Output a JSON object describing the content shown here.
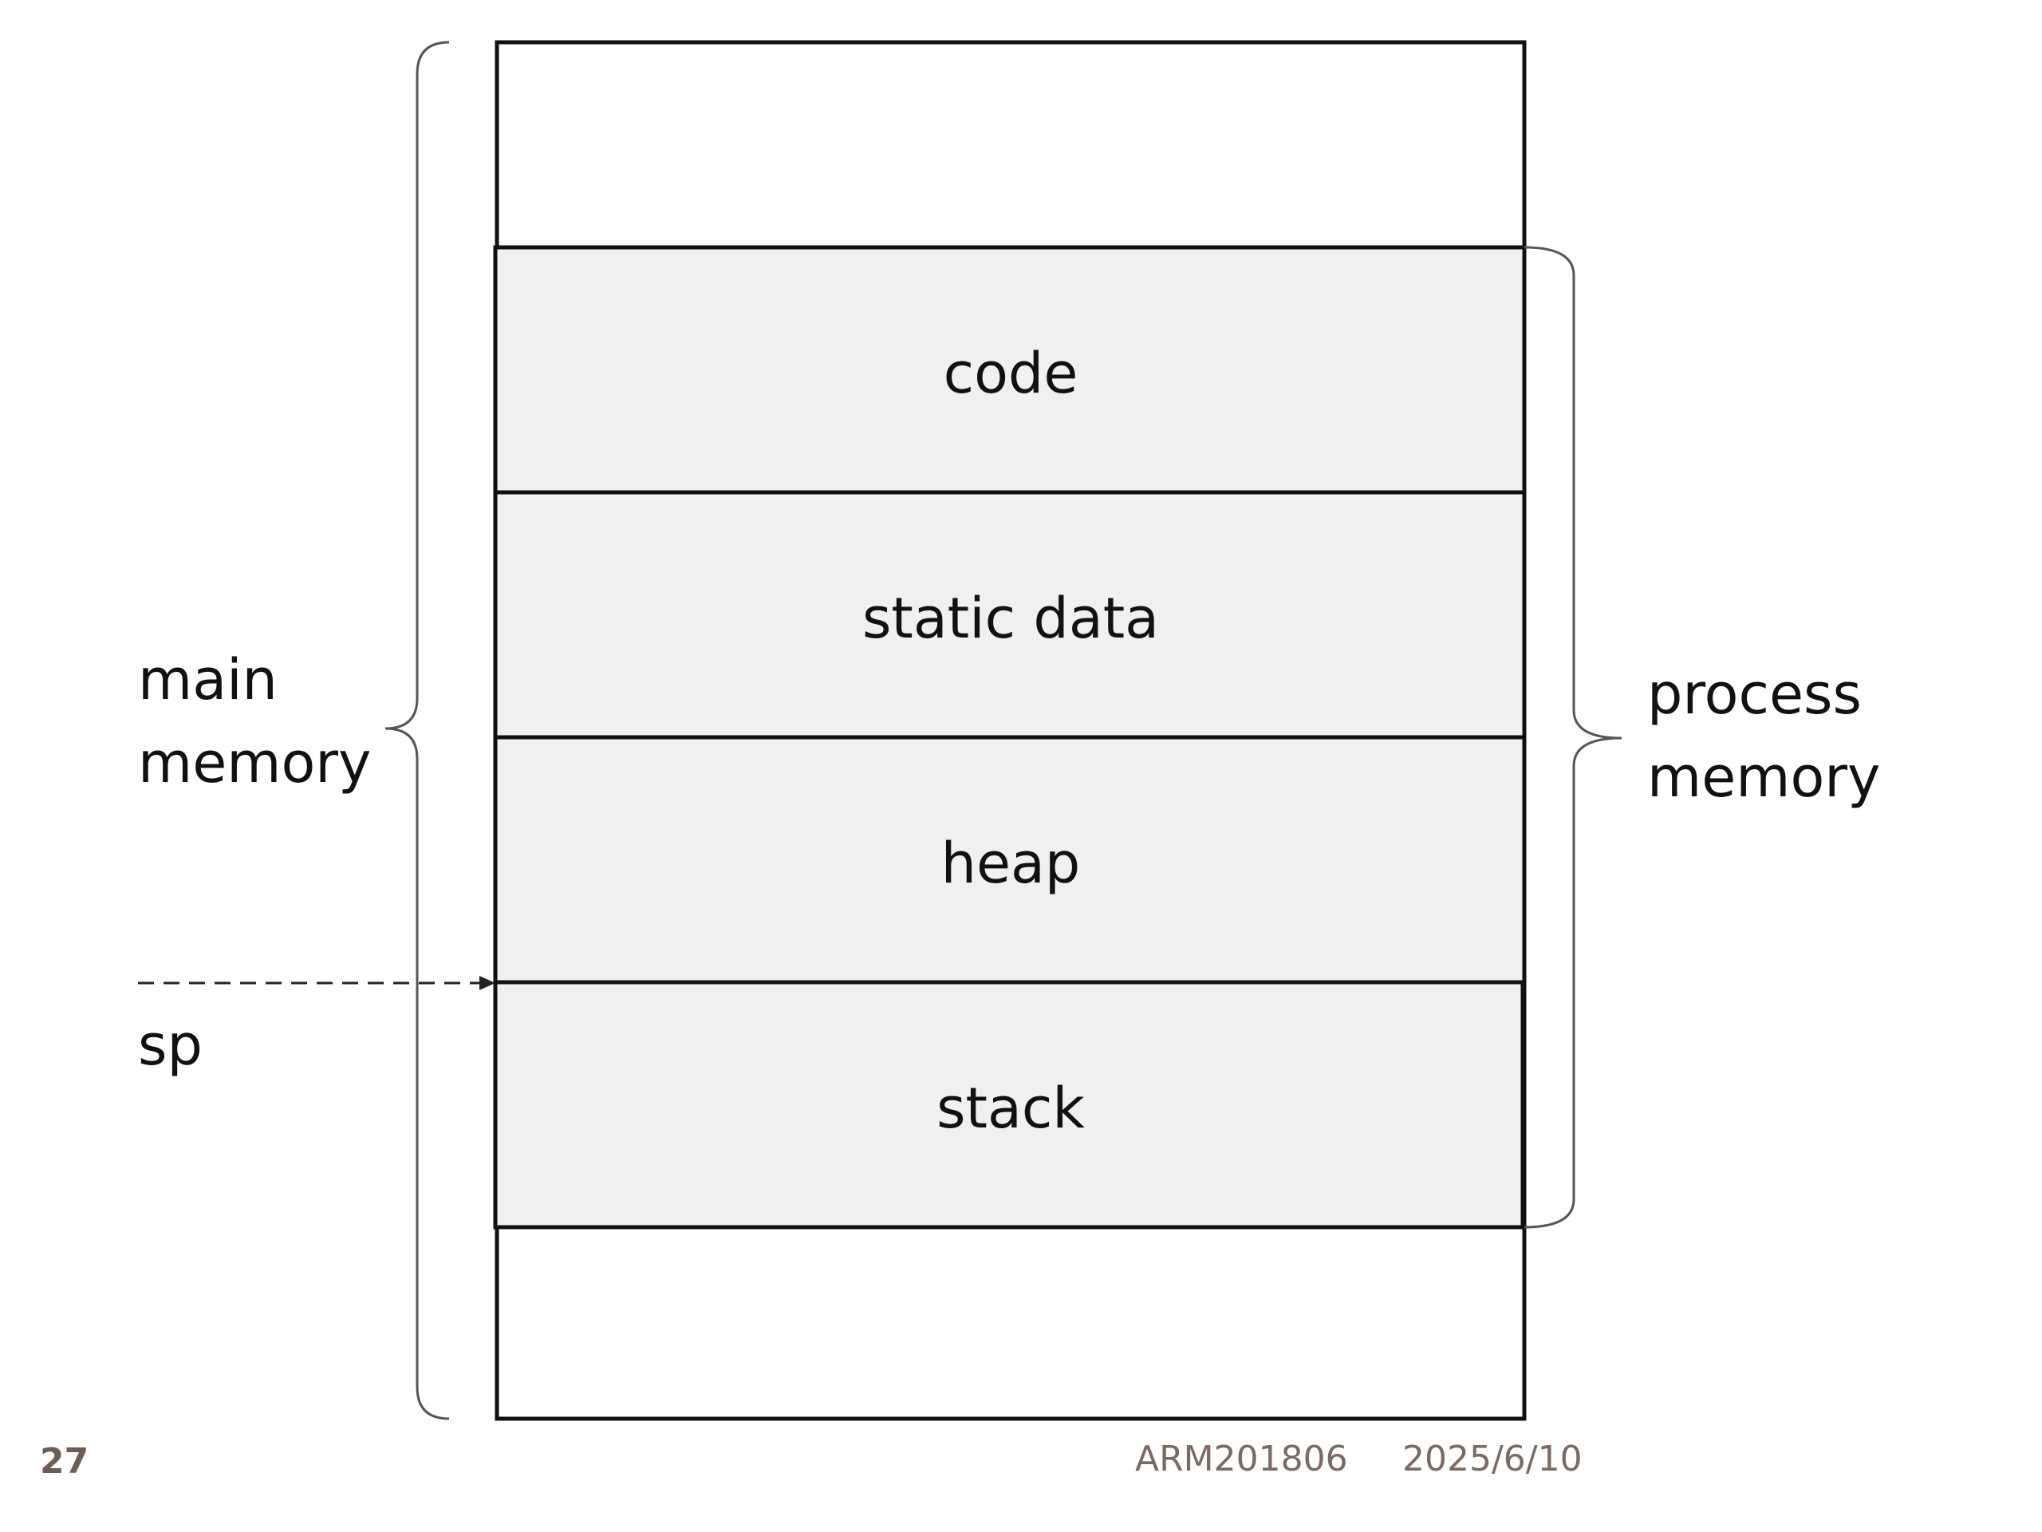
{
  "diagram": {
    "segments": [
      {
        "label": "code"
      },
      {
        "label": "static data"
      },
      {
        "label": "heap"
      },
      {
        "label": "stack"
      }
    ],
    "main_memory": {
      "line1": "main",
      "line2": "memory"
    },
    "process_memory": {
      "line1": "process",
      "line2": "memory"
    },
    "pointer": {
      "label": "sp"
    },
    "colors": {
      "segment_fill": "#f0f0f0",
      "outline": "#111111",
      "footer_text": "#7a6a62"
    }
  },
  "footer": {
    "page_number": "27",
    "course": "ARM201806",
    "date": "2025/6/10"
  }
}
